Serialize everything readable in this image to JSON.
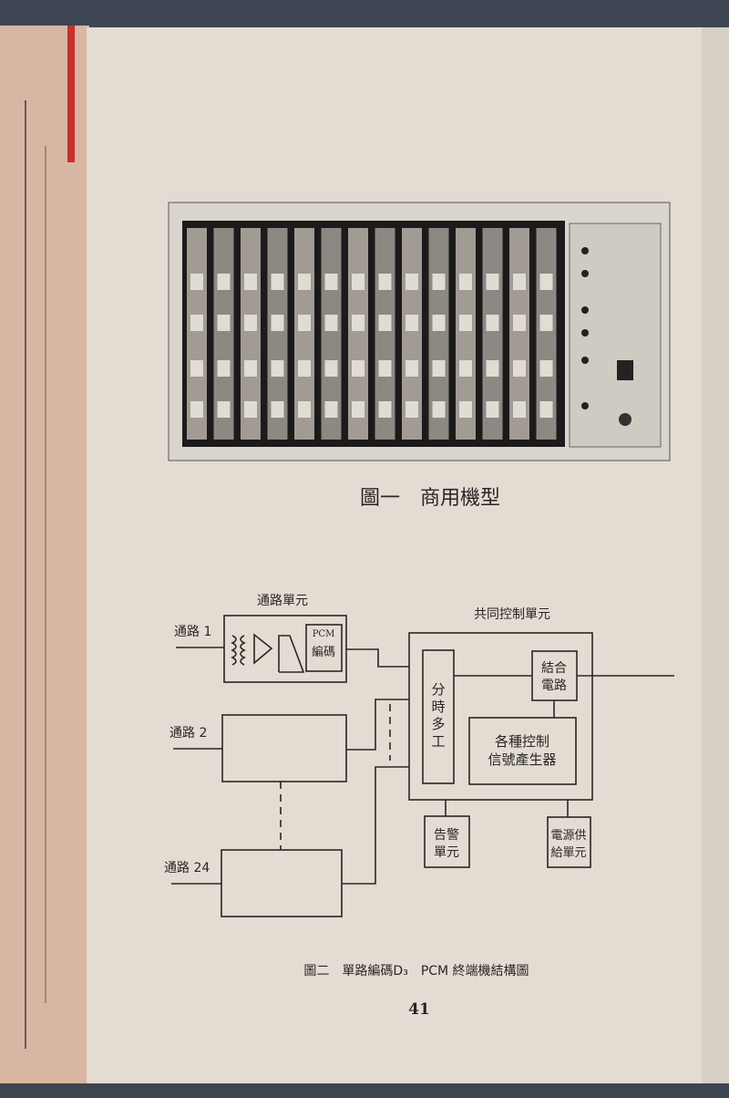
{
  "figure1": {
    "caption": "圖一　商用機型"
  },
  "figure2": {
    "caption": "圖二　單路編碼D₃　PCM 終端機結構圖",
    "channel_unit_label": "通路單元",
    "common_control_label": "共同控制單元",
    "channels": [
      "通路 1",
      "通路 2",
      "通路 24"
    ],
    "pcm_coder": [
      "PCM",
      "編碼"
    ],
    "tdm": [
      "分",
      "時",
      "多",
      "工"
    ],
    "combiner": [
      "結合",
      "電路"
    ],
    "signal_generator": [
      "各種控制",
      "信號產生器"
    ],
    "alarm_unit": [
      "告警",
      "單元"
    ],
    "power_unit": [
      "電源供",
      "給單元"
    ]
  },
  "page_number": "41",
  "colors": {
    "paper": "#e3dcd3",
    "ink": "#2a2624",
    "page_edge": "#d9b9a4"
  }
}
